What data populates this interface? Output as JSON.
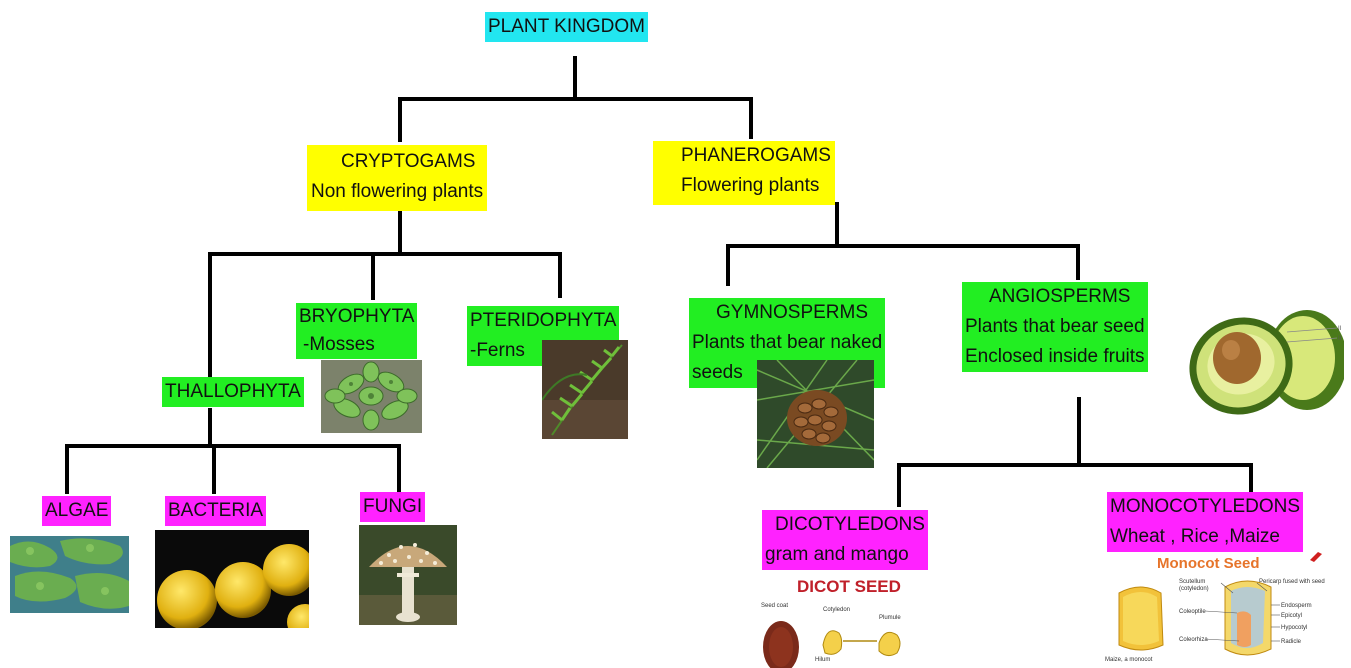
{
  "root": {
    "label": "PLANT KINGDOM",
    "color": "#22e6f0"
  },
  "cryptogams": {
    "title": "CRYPTOGAMS",
    "subtitle": "Non flowering plants",
    "color": "#ffff00"
  },
  "phanerogams": {
    "title": "PHANEROGAMS",
    "subtitle": "Flowering plants",
    "color": "#ffff00"
  },
  "thallophyta": {
    "label": "THALLOPHYTA",
    "color": "#22ee22"
  },
  "bryophyta": {
    "title": "BRYOPHYTA",
    "subtitle": "-Mosses",
    "color": "#22ee22"
  },
  "pteridophyta": {
    "title": "PTERIDOPHYTA",
    "subtitle": "-Ferns",
    "color": "#22ee22"
  },
  "gymnosperms": {
    "title": "GYMNOSPERMS",
    "line2": "Plants that bear naked",
    "line3": "seeds",
    "color": "#22ee22"
  },
  "angiosperms": {
    "title": "ANGIOSPERMS",
    "line2": "Plants that bear seed",
    "line3": "Enclosed inside fruits",
    "color": "#22ee22"
  },
  "algae": {
    "label": "ALGAE",
    "color": "#ff22ff"
  },
  "bacteria": {
    "label": "BACTERIA",
    "color": "#ff22ff"
  },
  "fungi": {
    "label": "FUNGI",
    "color": "#ff22ff"
  },
  "dicotyledons": {
    "title": "DICOTYLEDONS",
    "subtitle": "gram and mango",
    "color": "#ff22ff"
  },
  "monocotyledons": {
    "title": "MONOCOTYLEDONS",
    "subtitle": "Wheat , Rice ,Maize",
    "color": "#ff22ff"
  },
  "dicot_image": {
    "title": "DICOT SEED",
    "labels": [
      "Seed coat",
      "Cotyledon",
      "Plumule",
      "Hilum"
    ]
  },
  "monocot_image": {
    "title": "Monocot Seed",
    "labels": [
      "Scutellum (cotyledon)",
      "Pericarp fused with seed coat",
      "Coleoptile",
      "Endosperm",
      "Epicotyl",
      "Coleorhiza",
      "Hypocotyl",
      "Radicle",
      "Maize, a monocot"
    ]
  }
}
